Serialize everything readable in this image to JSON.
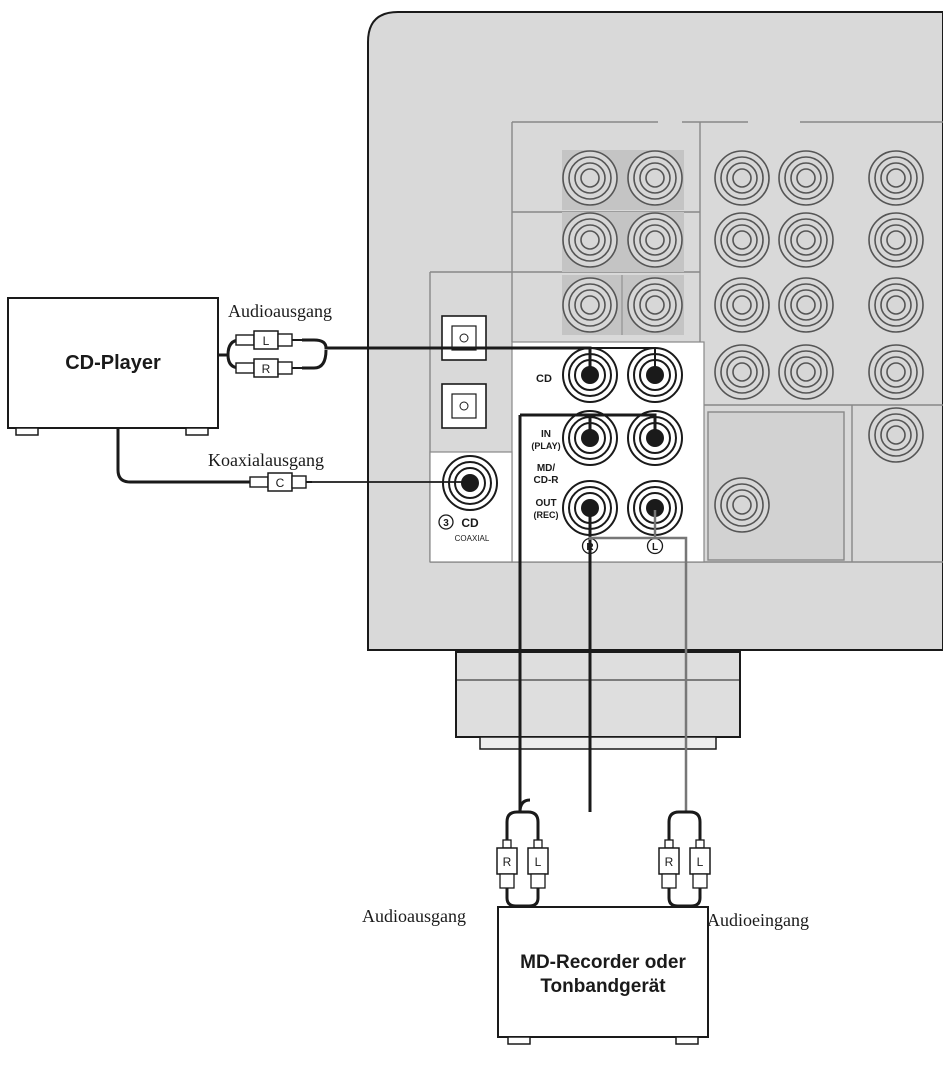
{
  "cd_player": {
    "name": "CD-Player"
  },
  "recorder": {
    "line1": "MD-Recorder oder",
    "line2": "Tonbandgerät"
  },
  "labels": {
    "cd_audio_out": "Audioausgang",
    "cd_coax_out": "Koaxialausgang",
    "rec_audio_out": "Audioausgang",
    "rec_audio_in": "Audioeingang"
  },
  "plugs": {
    "left": "L",
    "right": "R",
    "coax": "C"
  },
  "jacks": {
    "cd": "CD",
    "in_line1": "IN",
    "in_line2": "(PLAY)",
    "md_line1": "MD/",
    "md_line2": "CD-R",
    "out_line1": "OUT",
    "out_line2": "(REC)",
    "right": "R",
    "left": "L",
    "coax_number": "3",
    "coax_name": "CD",
    "coax_sub": "COAXIAL"
  },
  "colors": {
    "panel": "#d9d9d9",
    "cable": "#1a1a1a",
    "cable_light": "#777777"
  }
}
